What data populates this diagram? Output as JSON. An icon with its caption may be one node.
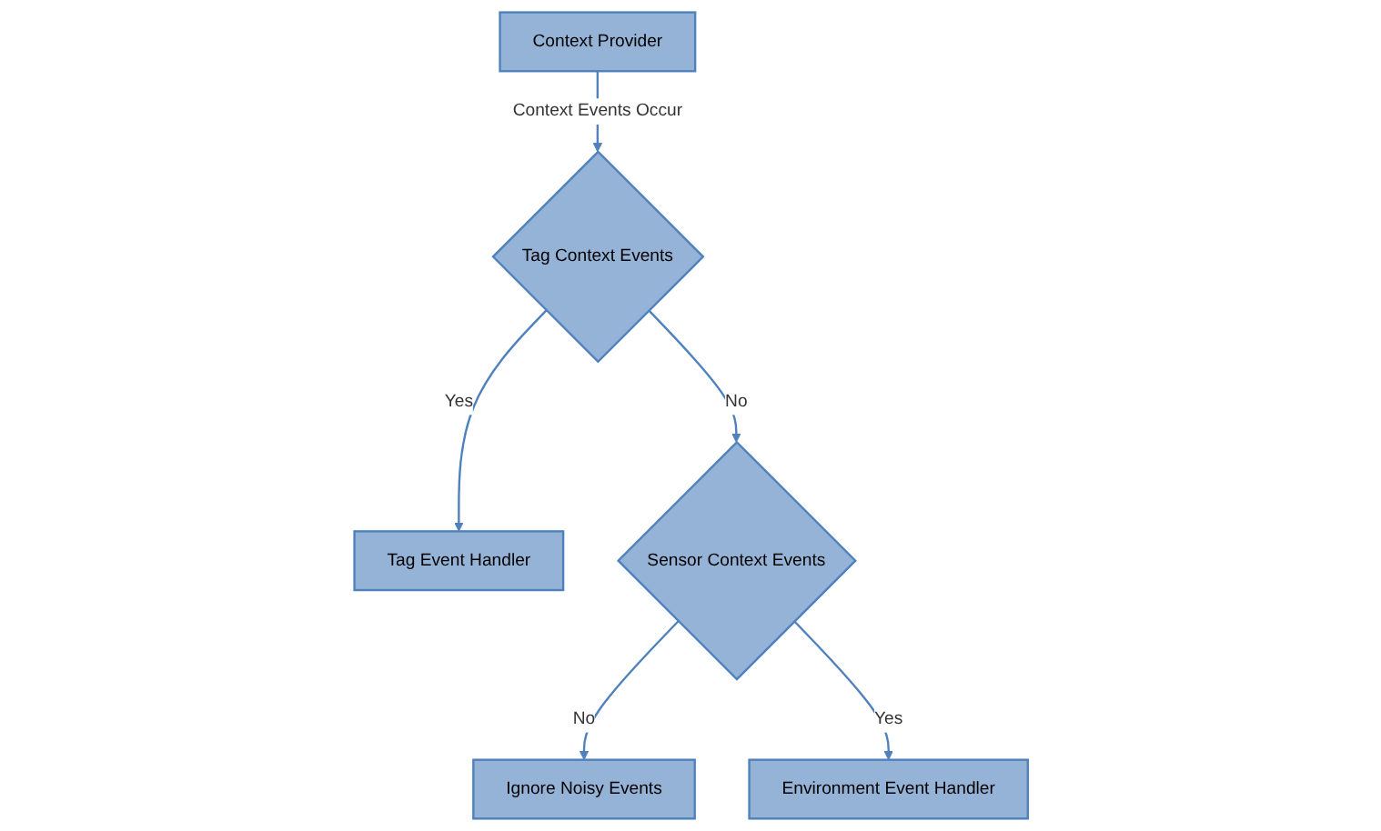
{
  "diagram": {
    "nodes": [
      {
        "text": [
          "Context Provider"
        ]
      },
      {
        "text": [
          "Tag Context Events"
        ]
      },
      {
        "text": [
          "Tag Event Handler"
        ]
      },
      {
        "text": [
          "Sensor Context Events"
        ]
      },
      {
        "text": [
          "Ignore Noisy Events"
        ]
      },
      {
        "text": [
          "Environment Event Handler"
        ]
      }
    ],
    "edges": [
      {
        "from": 0,
        "to": 1,
        "arrow": "to",
        "label": "Context Events Occur"
      },
      {
        "from": 1,
        "to": 2,
        "arrow": "to",
        "label": "Yes"
      },
      {
        "from": 1,
        "to": 3,
        "arrow": "to",
        "label": "No"
      },
      {
        "from": 3,
        "to": 4,
        "arrow": "to",
        "label": "No"
      },
      {
        "from": 3,
        "to": 5,
        "arrow": "to",
        "label": "Yes"
      }
    ]
  }
}
